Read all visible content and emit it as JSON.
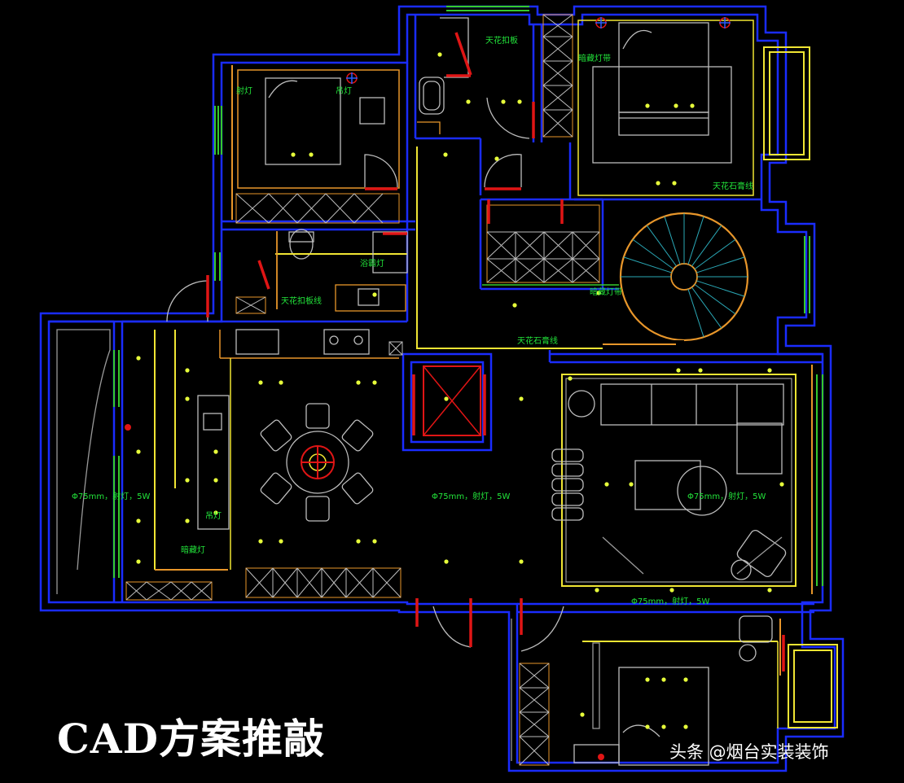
{
  "caption": "CAD方案推敲",
  "watermark": "头条 @烟台实装装饰",
  "colors": {
    "background": "#000000",
    "wall": "#1a2cff",
    "furniture_yellow": "#f0e533",
    "furniture_orange": "#e8962a",
    "furniture_white": "#bdbdbd",
    "label_green": "#22e33a",
    "door_red": "#e01515",
    "stair_cyan": "#2aa7b5",
    "light_dot": "#e7ff3a"
  },
  "labels": {
    "bath_top": "天花扣板",
    "master_bed": "暗藏灯带",
    "master_ceiling": "天花石膏线",
    "bed2_left": "射灯",
    "bed2_right": "吊灯",
    "bath2": "浴霸灯",
    "bath2_ceiling": "天花扣板线",
    "stair_hall": "暗藏灯带",
    "corridor": "天花石膏线",
    "kitchen_left": "Φ75mm，射灯，5W",
    "kitchen_island": "吊灯",
    "kitchen_strip": "暗藏灯",
    "dining_center": "Φ75mm，射灯，5W",
    "living_center": "Φ75mm，射灯，5W",
    "living_bottom": "Φ75mm，射灯，5W"
  }
}
